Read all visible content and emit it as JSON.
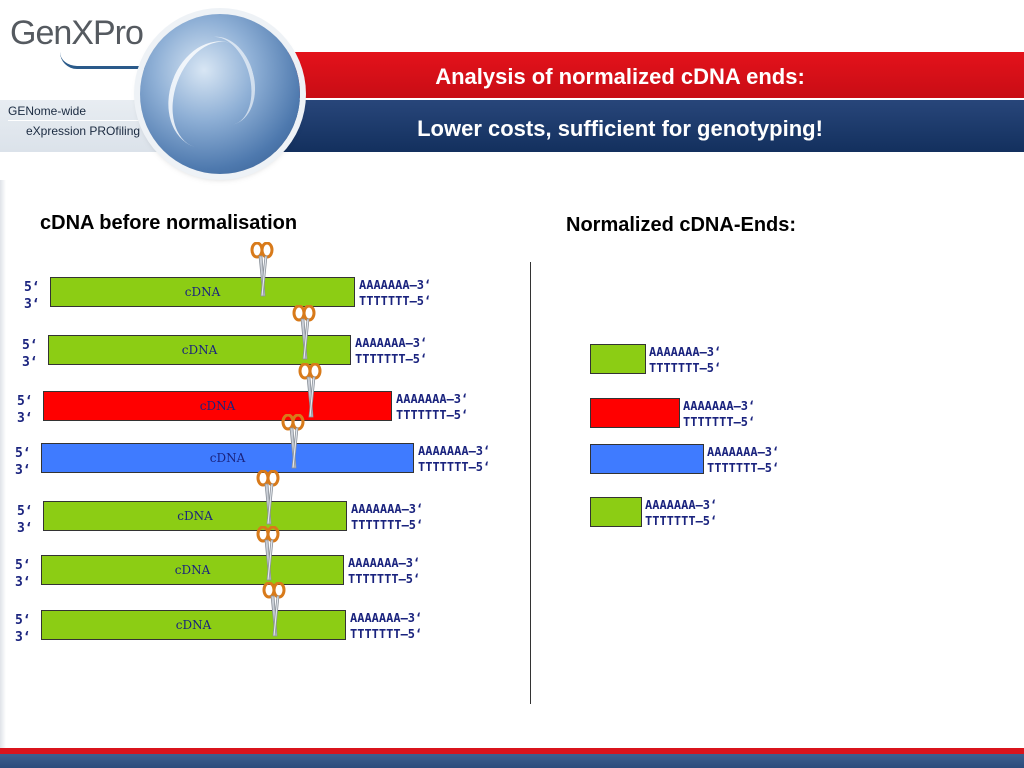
{
  "header": {
    "logo": "GenXPro",
    "tagline1": "GENome-wide",
    "tagline2": "eXpression PROfiling",
    "title": "Analysis of normalized cDNA ends:",
    "subtitle": "Lower costs,  sufficient for genotyping!"
  },
  "left": {
    "heading": "cDNA before normalisation",
    "strand_5": "5‘",
    "strand_3": "3‘",
    "molecules": [
      {
        "label": "cDNA",
        "color": "green",
        "end_top": "AAAAAAA–3‘",
        "end_bottom": "TTTTTTT–5‘"
      },
      {
        "label": "cDNA",
        "color": "green",
        "end_top": "AAAAAAA–3‘",
        "end_bottom": "TTTTTTT–5‘"
      },
      {
        "label": "cDNA",
        "color": "red",
        "end_top": "AAAAAAA–3‘",
        "end_bottom": "TTTTTTT–5‘"
      },
      {
        "label": "cDNA",
        "color": "blue",
        "end_top": "AAAAAAA–3‘",
        "end_bottom": "TTTTTTT–5‘"
      },
      {
        "label": "cDNA",
        "color": "green",
        "end_top": "AAAAAAA–3‘",
        "end_bottom": "TTTTTTT–5‘"
      },
      {
        "label": "cDNA",
        "color": "green",
        "end_top": "AAAAAAA–3‘",
        "end_bottom": "TTTTTTT–5‘"
      },
      {
        "label": "cDNA",
        "color": "green",
        "end_top": "AAAAAAA–3‘",
        "end_bottom": "TTTTTTT–5‘"
      }
    ]
  },
  "right": {
    "heading": "Normalized cDNA-Ends:",
    "fragments": [
      {
        "color": "green",
        "end_top": "AAAAAAA–3‘",
        "end_bottom": "TTTTTTT–5‘"
      },
      {
        "color": "red",
        "end_top": "AAAAAAA–3‘",
        "end_bottom": "TTTTTTT–5‘"
      },
      {
        "color": "blue",
        "end_top": "AAAAAAA–3‘",
        "end_bottom": "TTTTTTT–5‘"
      },
      {
        "color": "green",
        "end_top": "AAAAAAA–3‘",
        "end_bottom": "TTTTTTT–5‘"
      }
    ]
  },
  "colors": {
    "green": "#8ccd14",
    "red": "#ff0000",
    "blue": "#3f7bff",
    "title_red": "#e4121b",
    "title_blue": "#1a3a6e"
  },
  "icons": {
    "cut": "scissors-icon",
    "logo": "globe-logo-icon"
  }
}
